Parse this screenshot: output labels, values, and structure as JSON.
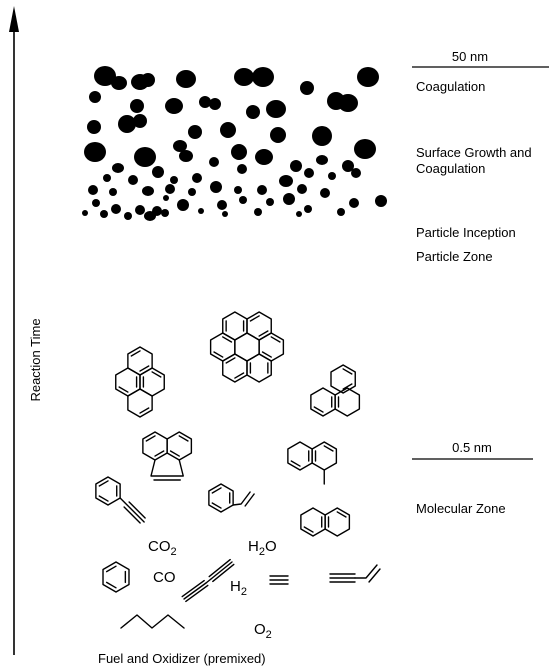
{
  "axis": {
    "label": "Reaction Time"
  },
  "bottom": {
    "label": "Fuel and Oxidizer (premixed)"
  },
  "zones": {
    "coagulation": "Coagulation",
    "surface_growth": "Surface Growth and Coagulation",
    "particle_inception": "Particle Inception",
    "particle_zone": "Particle Zone",
    "molecular_zone": "Molecular Zone"
  },
  "scales": {
    "particle": "50 nm",
    "molecule": "0.5 nm"
  },
  "species": {
    "co2": {
      "base": "CO",
      "sub": "2"
    },
    "h2o": {
      "pre": "H",
      "sub": "2",
      "post": "O"
    },
    "co": "CO",
    "h2": {
      "base": "H",
      "sub": "2"
    },
    "o2": {
      "base": "O",
      "sub": "2"
    }
  },
  "colors": {
    "ink": "#000000",
    "background": "#ffffff"
  }
}
